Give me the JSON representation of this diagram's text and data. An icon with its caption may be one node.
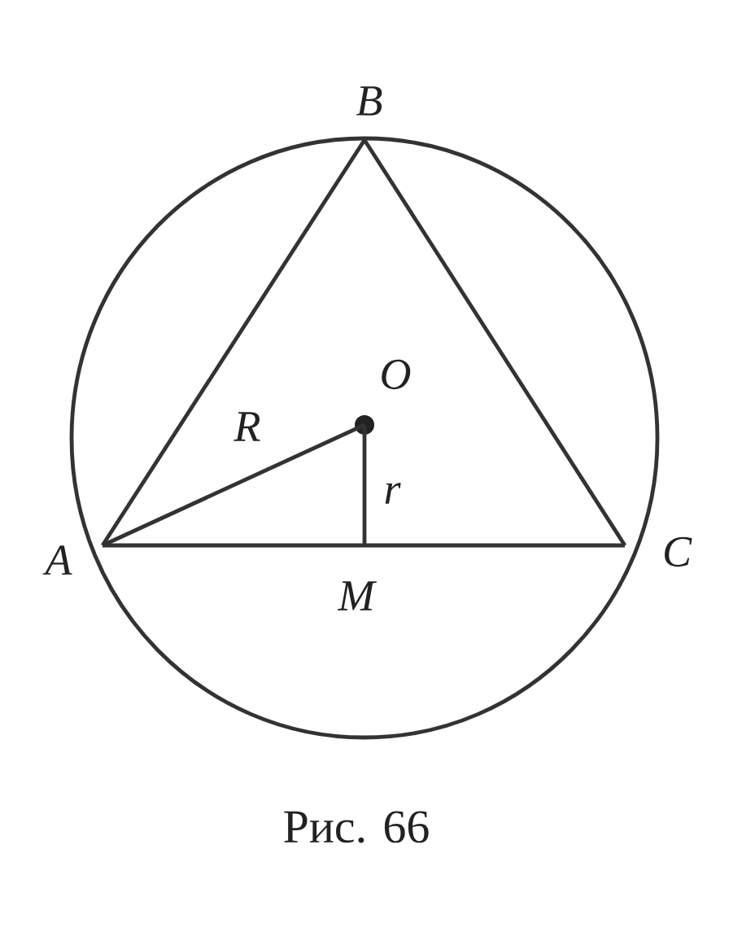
{
  "diagram": {
    "caption": "Рис. 66",
    "nodes": [
      {
        "text": [
          "B"
        ]
      },
      {
        "text": [
          "O"
        ]
      },
      {
        "text": [
          "A"
        ]
      },
      {
        "text": [
          "C"
        ]
      },
      {
        "text": [
          "M"
        ]
      }
    ],
    "edges": [
      {
        "from": 2,
        "to": 0,
        "arrow": "none"
      },
      {
        "from": 0,
        "to": 3,
        "arrow": "none"
      },
      {
        "from": 2,
        "to": 3,
        "arrow": "none"
      },
      {
        "from": 1,
        "to": 2,
        "arrow": "none",
        "label": "R"
      },
      {
        "from": 1,
        "to": 4,
        "arrow": "none",
        "label": "r"
      }
    ]
  }
}
